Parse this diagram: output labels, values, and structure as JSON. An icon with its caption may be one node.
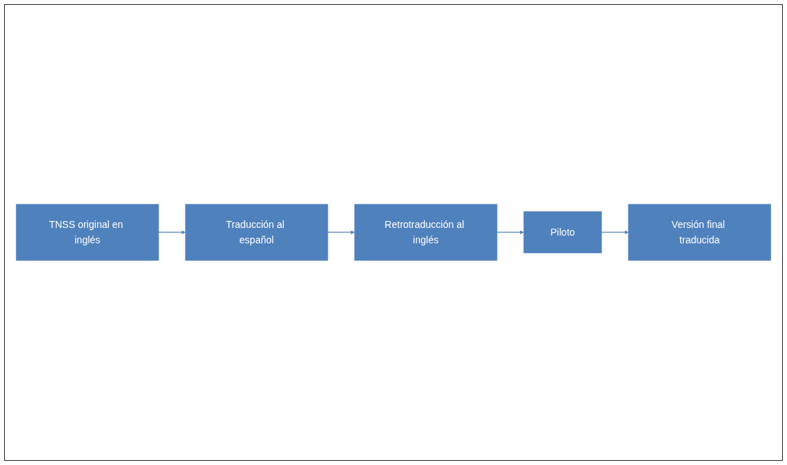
{
  "diagram": {
    "nodes": [
      {
        "text": [
          "TNSS original en inglés"
        ]
      },
      {
        "text": [
          "Traducción al español"
        ]
      },
      {
        "text": [
          "Retrotraducción al inglés"
        ]
      },
      {
        "text": [
          "Piloto"
        ]
      },
      {
        "text": [
          "Versión final traducida"
        ]
      }
    ],
    "edges": [
      {
        "from": 0,
        "to": 1,
        "arrow": "to"
      },
      {
        "from": 1,
        "to": 2,
        "arrow": "to"
      },
      {
        "from": 2,
        "to": 3,
        "arrow": "to"
      },
      {
        "from": 3,
        "to": 4,
        "arrow": "to"
      }
    ]
  }
}
